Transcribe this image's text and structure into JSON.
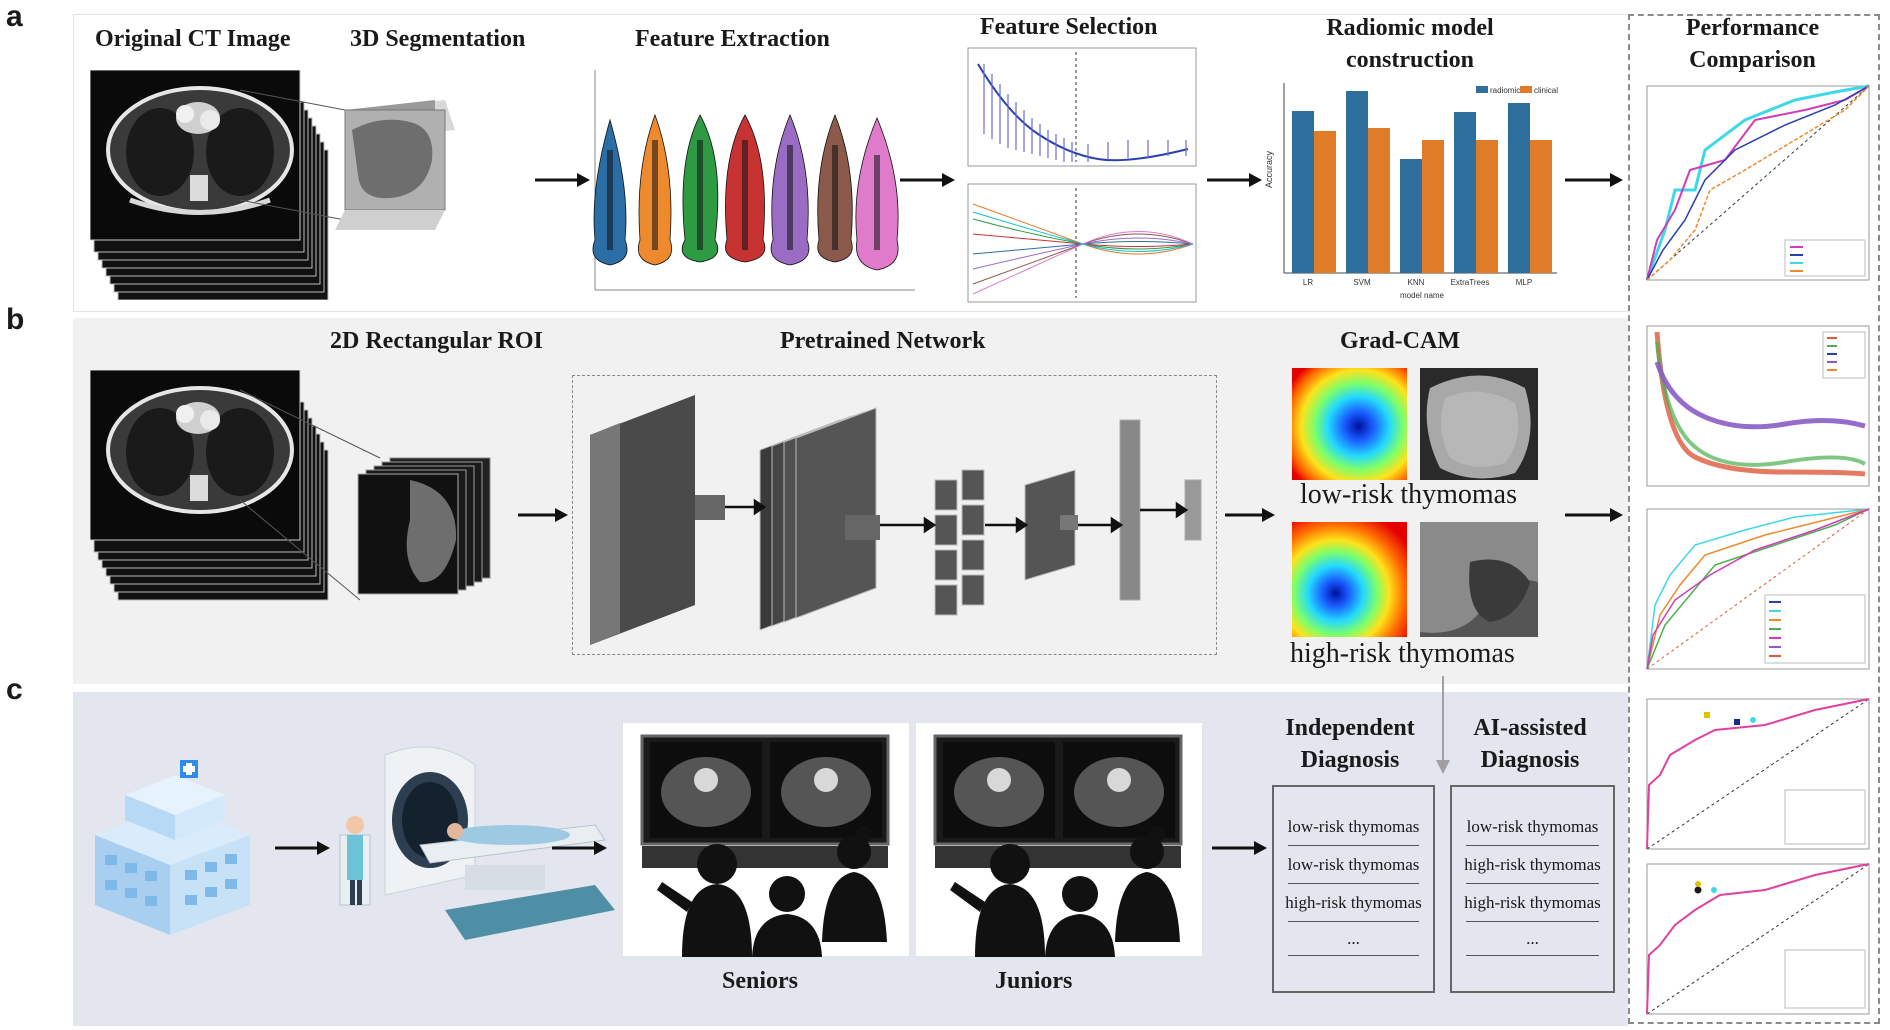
{
  "panels": [
    {
      "letter": "a"
    },
    {
      "letter": "b"
    },
    {
      "letter": "c"
    }
  ],
  "panel_a": {
    "step1_title": "Original CT Image",
    "step2_title": "3D Segmentation",
    "step3_title": "Feature Extraction",
    "step4_title": "Feature Selection",
    "step5_title": "Radiomic model construction",
    "step6_title": "Performance Comparison",
    "bar_chart": {
      "legend": [
        "radiomics",
        "clinical"
      ],
      "ylabel": "Accuracy",
      "xlabel": "model name",
      "categories": [
        "LR",
        "SVM",
        "KNN",
        "ExtraTrees",
        "MLP"
      ],
      "colors": [
        "#2e6f9e",
        "#e07b27"
      ]
    }
  },
  "panel_b": {
    "roi_title": "2D Rectangular ROI",
    "net_title": "Pretrained Network",
    "cam_title": "Grad-CAM",
    "low_label": "low-risk thymomas",
    "high_label": "high-risk thymomas"
  },
  "panel_c": {
    "seniors_label": "Seniors",
    "juniors_label": "Juniors",
    "independent_title": "Independent Diagnosis",
    "ai_title": "AI-assisted Diagnosis",
    "independent_items": [
      "low-risk thymomas",
      "low-risk thymomas",
      "high-risk thymomas",
      "..."
    ],
    "ai_items": [
      "low-risk thymomas",
      "high-risk thymomas",
      "high-risk thymomas",
      "..."
    ]
  }
}
